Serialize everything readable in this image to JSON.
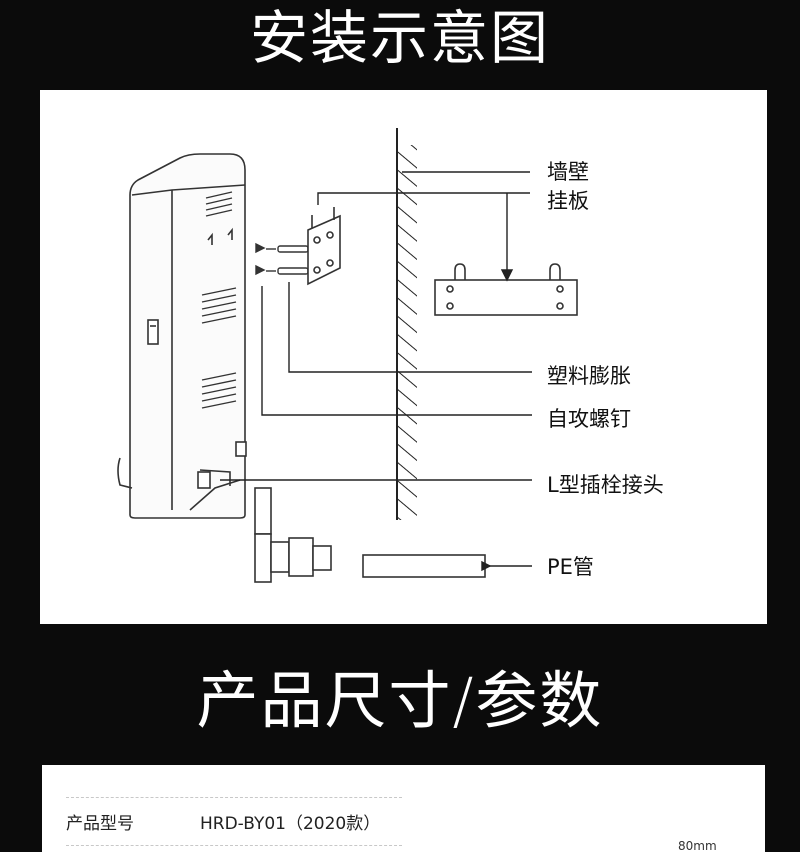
{
  "section1": {
    "title": "安装示意图"
  },
  "diagram": {
    "labels": {
      "wall": "墙壁",
      "hanging_plate": "挂板",
      "plastic_anchor": "塑料膨胀",
      "self_tapping_screw": "自攻螺钉",
      "l_connector": "L型插栓接头",
      "pe_pipe": "PE管"
    }
  },
  "section2": {
    "title": "产品尺寸/参数"
  },
  "specs": {
    "rows": [
      {
        "label": "产品型号",
        "value": "HRD-BY01（2020款）"
      }
    ],
    "dimension_label": "80mm"
  }
}
